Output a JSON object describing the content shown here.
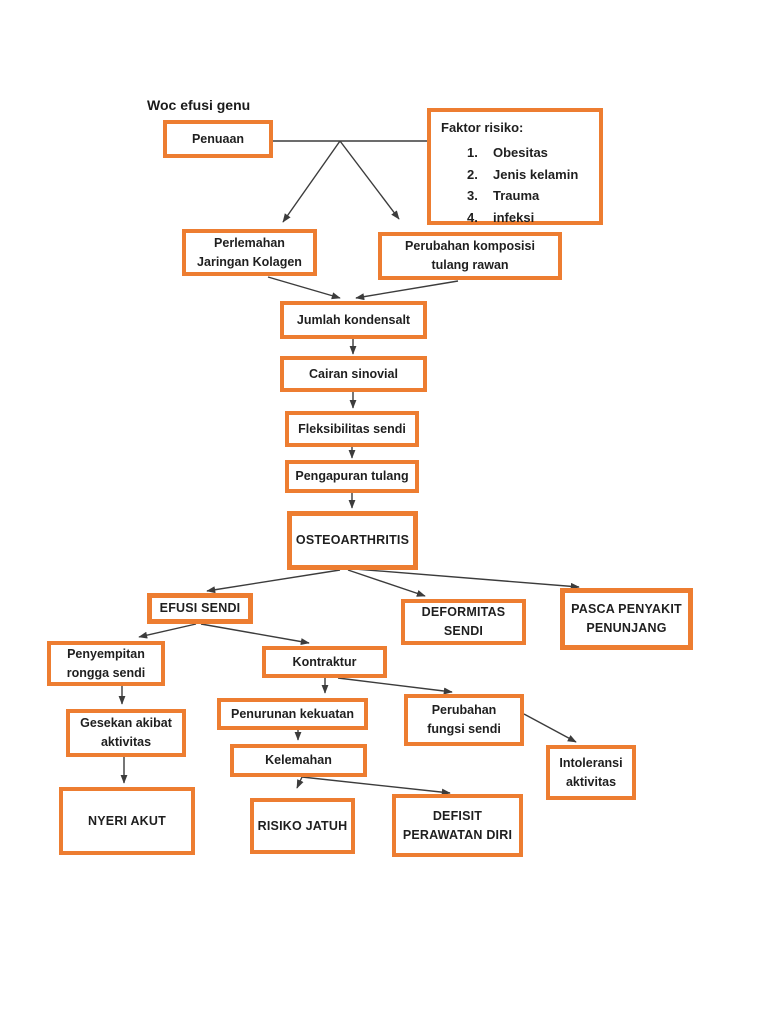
{
  "page": {
    "title": "Woc efusi genu"
  },
  "colors": {
    "box_border": "#ED7D31",
    "text": "#1f1f1f",
    "arrow": "#3c3c3c",
    "background": "#ffffff"
  },
  "nodes": {
    "penuaan": {
      "label": "Penuaan"
    },
    "faktor_risiko": {
      "title": "Faktor risiko:",
      "items": [
        {
          "num": "1.",
          "text": "Obesitas"
        },
        {
          "num": "2.",
          "text": "Jenis kelamin"
        },
        {
          "num": "3.",
          "text": "Trauma"
        },
        {
          "num": "4.",
          "text": "infeksi"
        }
      ]
    },
    "perlemahan": {
      "label": "Perlemahan\nJaringan Kolagen"
    },
    "perubahan_komposisi": {
      "label": "Perubahan komposisi\ntulang rawan"
    },
    "jumlah_kondensalt": {
      "label": "Jumlah kondensalt"
    },
    "cairan_sinovial": {
      "label": "Cairan sinovial"
    },
    "fleksibilitas_sendi": {
      "label": "Fleksibilitas sendi"
    },
    "pengapuran_tulang": {
      "label": "Pengapuran tulang"
    },
    "osteoarthritis": {
      "label": "OSTEOARTHRITIS"
    },
    "efusi_sendi": {
      "label": "EFUSI SENDI"
    },
    "deformitas_sendi": {
      "label": "DEFORMITAS\nSENDI"
    },
    "pasca_penyakit_penunjang": {
      "label": "PASCA PENYAKIT\nPENUNJANG"
    },
    "penyempitan_rongga_sendi": {
      "label": "Penyempitan\nrongga sendi"
    },
    "kontraktur": {
      "label": "Kontraktur"
    },
    "gesekan_akibat_aktivitas": {
      "label": "Gesekan akibat\naktivitas"
    },
    "penurunan_kekuatan": {
      "label": "Penurunan kekuatan"
    },
    "kelemahan": {
      "label": "Kelemahan"
    },
    "perubahan_fungsi_sendi": {
      "label": "Perubahan\nfungsi sendi"
    },
    "intoleransi_aktivitas": {
      "label": "Intoleransi\naktivitas"
    },
    "nyeri_akut": {
      "label": "NYERI AKUT"
    },
    "risiko_jatuh": {
      "label": "RISIKO JATUH"
    },
    "defisit_perawatan_diri": {
      "label": "DEFISIT\nPERAWATAN DIRI"
    }
  },
  "edges": [
    [
      "penuaan",
      "faktor_risiko"
    ],
    [
      "penuaan+faktor_risiko",
      "perlemahan"
    ],
    [
      "penuaan+faktor_risiko",
      "perubahan_komposisi"
    ],
    [
      "perlemahan",
      "jumlah_kondensalt"
    ],
    [
      "perubahan_komposisi",
      "jumlah_kondensalt"
    ],
    [
      "jumlah_kondensalt",
      "cairan_sinovial"
    ],
    [
      "cairan_sinovial",
      "fleksibilitas_sendi"
    ],
    [
      "fleksibilitas_sendi",
      "pengapuran_tulang"
    ],
    [
      "pengapuran_tulang",
      "osteoarthritis"
    ],
    [
      "osteoarthritis",
      "efusi_sendi"
    ],
    [
      "osteoarthritis",
      "deformitas_sendi"
    ],
    [
      "osteoarthritis",
      "pasca_penyakit_penunjang"
    ],
    [
      "efusi_sendi",
      "penyempitan_rongga_sendi"
    ],
    [
      "efusi_sendi",
      "kontraktur"
    ],
    [
      "penyempitan_rongga_sendi",
      "gesekan_akibat_aktivitas"
    ],
    [
      "gesekan_akibat_aktivitas",
      "nyeri_akut"
    ],
    [
      "kontraktur",
      "penurunan_kekuatan"
    ],
    [
      "kontraktur",
      "perubahan_fungsi_sendi"
    ],
    [
      "penurunan_kekuatan",
      "kelemahan"
    ],
    [
      "kelemahan",
      "risiko_jatuh"
    ],
    [
      "kelemahan",
      "defisit_perawatan_diri"
    ],
    [
      "perubahan_fungsi_sendi",
      "intoleransi_aktivitas"
    ]
  ]
}
